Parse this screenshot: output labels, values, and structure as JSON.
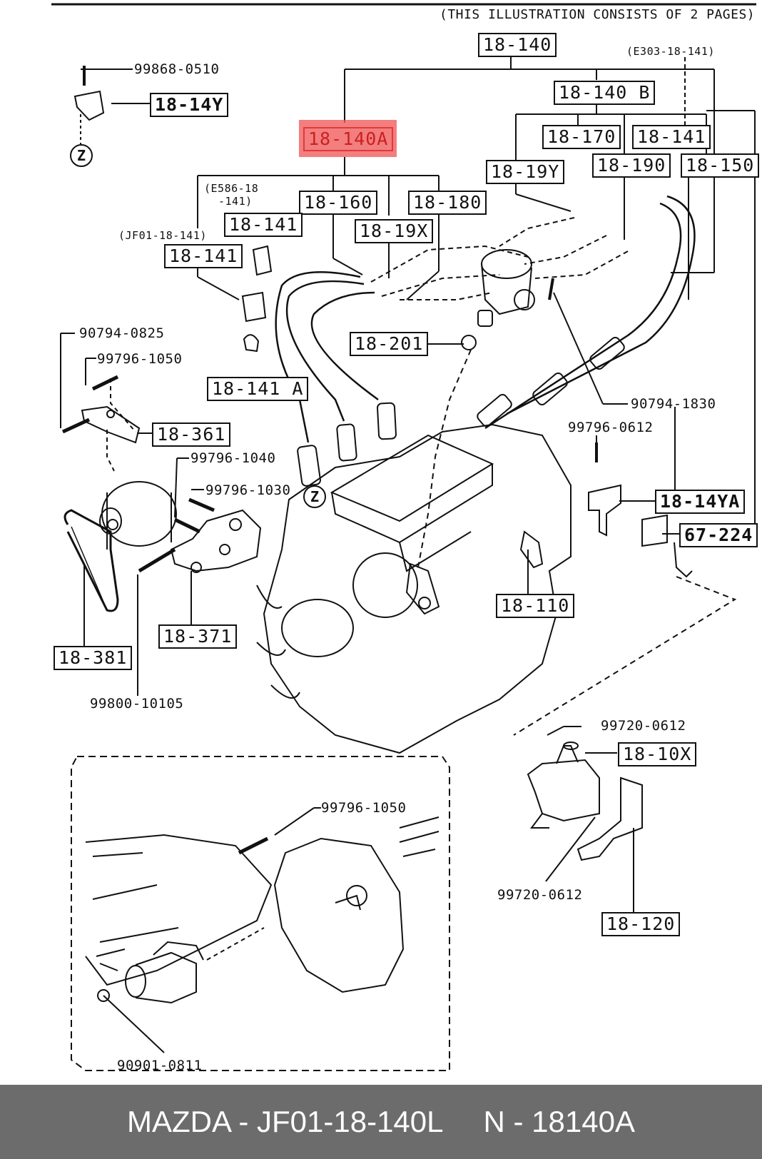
{
  "header_note": "(THIS ILLUSTRATION CONSISTS OF  2 PAGES)",
  "labels": {
    "l18_140": "18-140",
    "e303": "(E303-18-141)",
    "l18_14Y": "18-14Y",
    "l18_140B": "18-140 B",
    "l18_140A": "18-140A",
    "l18_170": "18-170",
    "l18_141_top": "18-141",
    "l18_19Y": "18-19Y",
    "l18_190": "18-190",
    "l18_150": "18-150",
    "e586_a": "(E586-18",
    "e586_b": "-141)",
    "l18_160": "18-160",
    "l18_180": "18-180",
    "l18_141_mid": "18-141",
    "jf01": "(JF01-18-141)",
    "l18_19X": "18-19X",
    "l18_141_left": "18-141",
    "l18_201": "18-201",
    "l18_141A": "18-141 A",
    "l18_361": "18-361",
    "l18_14YA": "18-14YA",
    "l67_224": "67-224",
    "l18_110": "18-110",
    "l18_371": "18-371",
    "l18_381": "18-381",
    "l18_10X": "18-10X",
    "l18_120": "18-120"
  },
  "part_numbers": {
    "p99868": "99868-0510",
    "p90794_0825": "90794-0825",
    "p99796_1050_a": "99796-1050",
    "p99796_1040": "99796-1040",
    "p99796_1030": "99796-1030",
    "p90794_1830": "90794-1830",
    "p99796_0612": "99796-0612",
    "p99800": "99800-10105",
    "p99720_a": "99720-0612",
    "p99796_1050_b": "99796-1050",
    "p99720_b": "99720-0612",
    "p90901": "90901-0811"
  },
  "markers": {
    "z": "Z"
  },
  "footer": {
    "part": "MAZDA - JF01-18-140L",
    "code": "N - 18140A"
  },
  "colors": {
    "highlight": "#f05a5a",
    "footer_bg": "#6c6c6c"
  }
}
